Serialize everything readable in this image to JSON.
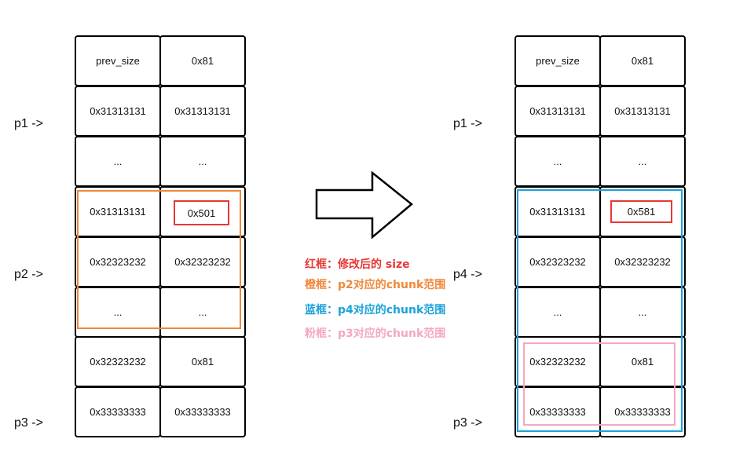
{
  "left": {
    "pointers": {
      "p1": "p1 ->",
      "p2": "p2 ->",
      "p3": "p3 ->"
    },
    "rows": [
      [
        "prev_size",
        "0x81"
      ],
      [
        "0x31313131",
        "0x31313131"
      ],
      [
        "...",
        "..."
      ],
      [
        "0x31313131",
        "0x501"
      ],
      [
        "0x32323232",
        "0x32323232"
      ],
      [
        "...",
        "..."
      ],
      [
        "0x32323232",
        "0x81"
      ],
      [
        "0x33333333",
        "0x33333333"
      ]
    ]
  },
  "right": {
    "pointers": {
      "p1": "p1 ->",
      "p4": "p4 ->",
      "p3": "p3 ->"
    },
    "rows": [
      [
        "prev_size",
        "0x81"
      ],
      [
        "0x31313131",
        "0x31313131"
      ],
      [
        "...",
        "..."
      ],
      [
        "0x31313131",
        "0x581"
      ],
      [
        "0x32323232",
        "0x32323232"
      ],
      [
        "...",
        "..."
      ],
      [
        "0x32323232",
        "0x81"
      ],
      [
        "0x33333333",
        "0x33333333"
      ]
    ]
  },
  "legend": {
    "red": "红框：修改后的 size",
    "orange": "橙框：p2对应的chunk范围",
    "blue": "蓝框：p4对应的chunk范围",
    "pink": "粉框：p3对应的chunk范围"
  },
  "colors": {
    "red": "#e53935",
    "orange": "#f0883a",
    "blue": "#1ba1d9",
    "pink": "#f4a7c4"
  }
}
